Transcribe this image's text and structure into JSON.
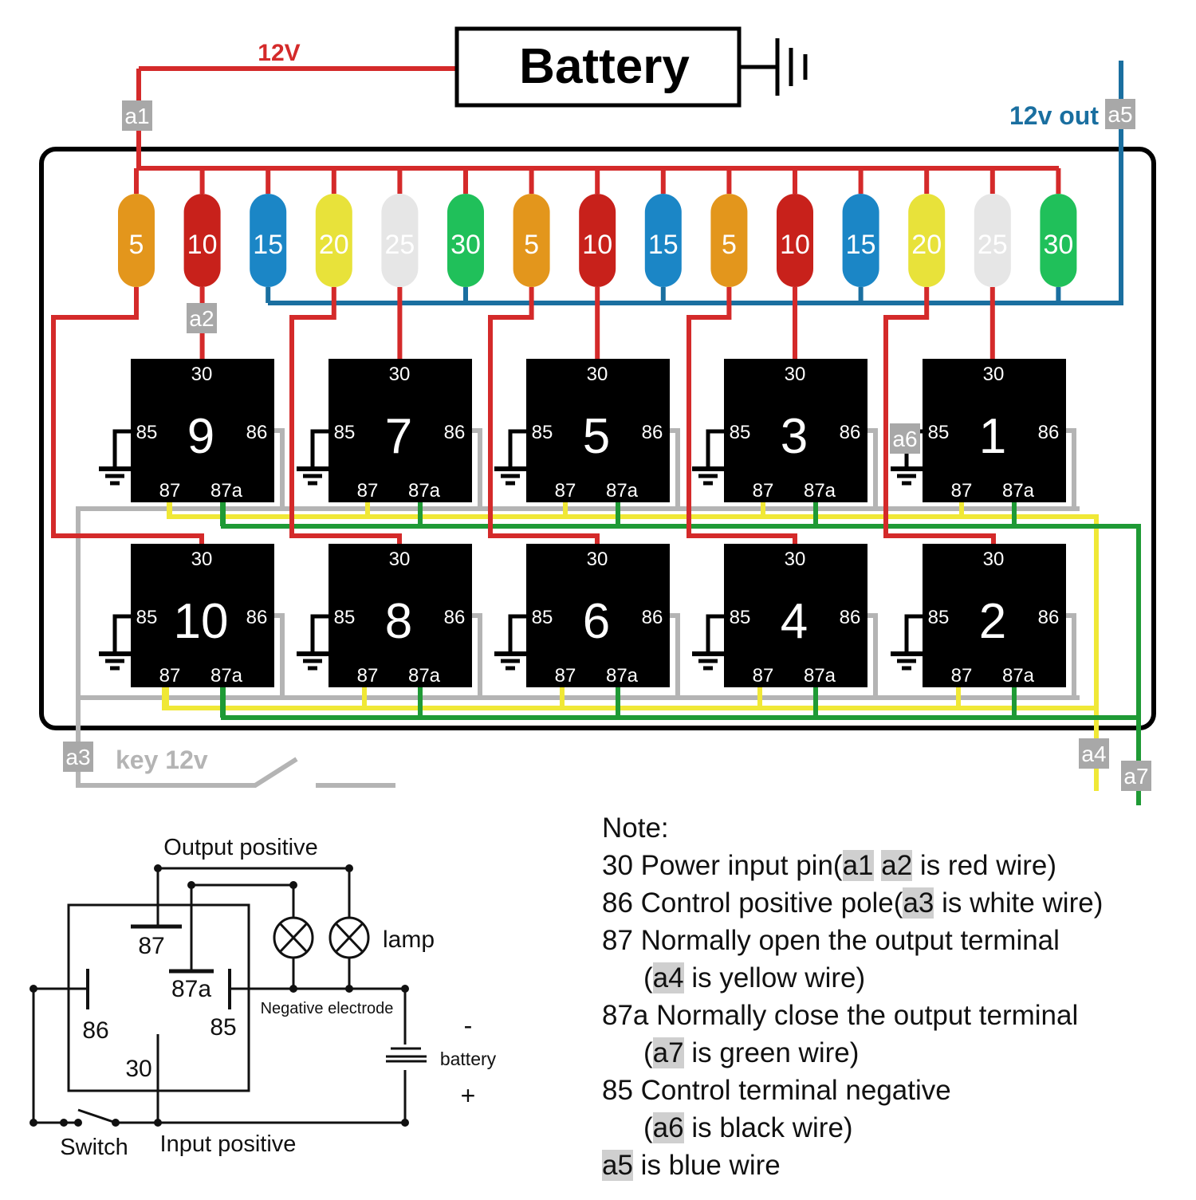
{
  "title": "10-way relay fuse box wiring diagram",
  "battery": {
    "label": "Battery",
    "voltage_label": "12V"
  },
  "output": {
    "label": "12v out"
  },
  "key": {
    "label": "key 12v"
  },
  "colors": {
    "red_wire": "#d42a2a",
    "blue_wire": "#1a6fa0",
    "yellow_wire": "#f0e836",
    "green_wire": "#1f9a35",
    "gray_wire": "#b4b4b4",
    "tag_bg": "#a8a8a8",
    "relay_body": "#000000",
    "box_outline": "#000000"
  },
  "tags": [
    "a1",
    "a2",
    "a3",
    "a4",
    "a5",
    "a6",
    "a7"
  ],
  "fuses": [
    {
      "amp": "5",
      "color": "#e3961c"
    },
    {
      "amp": "10",
      "color": "#c8211b"
    },
    {
      "amp": "15",
      "color": "#1b86c6"
    },
    {
      "amp": "20",
      "color": "#e8e23a"
    },
    {
      "amp": "25",
      "color": "#e6e6e6"
    },
    {
      "amp": "30",
      "color": "#20c05a"
    },
    {
      "amp": "5",
      "color": "#e3961c"
    },
    {
      "amp": "10",
      "color": "#c8211b"
    },
    {
      "amp": "15",
      "color": "#1b86c6"
    },
    {
      "amp": "5",
      "color": "#e3961c"
    },
    {
      "amp": "10",
      "color": "#c8211b"
    },
    {
      "amp": "15",
      "color": "#1b86c6"
    },
    {
      "amp": "20",
      "color": "#e8e23a"
    },
    {
      "amp": "25",
      "color": "#e6e6e6"
    },
    {
      "amp": "30",
      "color": "#20c05a"
    }
  ],
  "relays": {
    "top_row": [
      "9",
      "7",
      "5",
      "3",
      "1"
    ],
    "bottom_row": [
      "10",
      "8",
      "6",
      "4",
      "2"
    ],
    "pins": {
      "p30": "30",
      "p85": "85",
      "p86": "86",
      "p87": "87",
      "p87a": "87a"
    }
  },
  "schematic": {
    "output_positive": "Output positive",
    "input_positive": "Input positive",
    "negative_electrode": "Negative electrode",
    "lamp": "lamp",
    "battery": "battery",
    "minus": "-",
    "plus": "+",
    "switch": "Switch",
    "pin87": "87",
    "pin87a": "87a",
    "pin86": "86",
    "pin85": "85",
    "pin30": "30"
  },
  "note": {
    "heading": "Note:",
    "lines": [
      {
        "pre": "30 Power input pin(",
        "tags": [
          "a1",
          "a2"
        ],
        "post": " is red wire)"
      },
      {
        "pre": "86 Control positive pole(",
        "tags": [
          "a3"
        ],
        "post": " is white wire)"
      },
      {
        "pre": "87 Normally open the output terminal",
        "tags": [],
        "post": ""
      },
      {
        "pre": "(",
        "tags": [
          "a4"
        ],
        "post": " is yellow wire)",
        "indent": true
      },
      {
        "pre": "87a Normally close the output terminal",
        "tags": [],
        "post": ""
      },
      {
        "pre": "(",
        "tags": [
          "a7"
        ],
        "post": " is green wire)",
        "indent": true
      },
      {
        "pre": "85 Control terminal negative",
        "tags": [],
        "post": ""
      },
      {
        "pre": "(",
        "tags": [
          "a6"
        ],
        "post": " is black wire)",
        "indent": true
      },
      {
        "pre": "",
        "tags": [
          "a5"
        ],
        "post": " is blue wire"
      }
    ]
  }
}
